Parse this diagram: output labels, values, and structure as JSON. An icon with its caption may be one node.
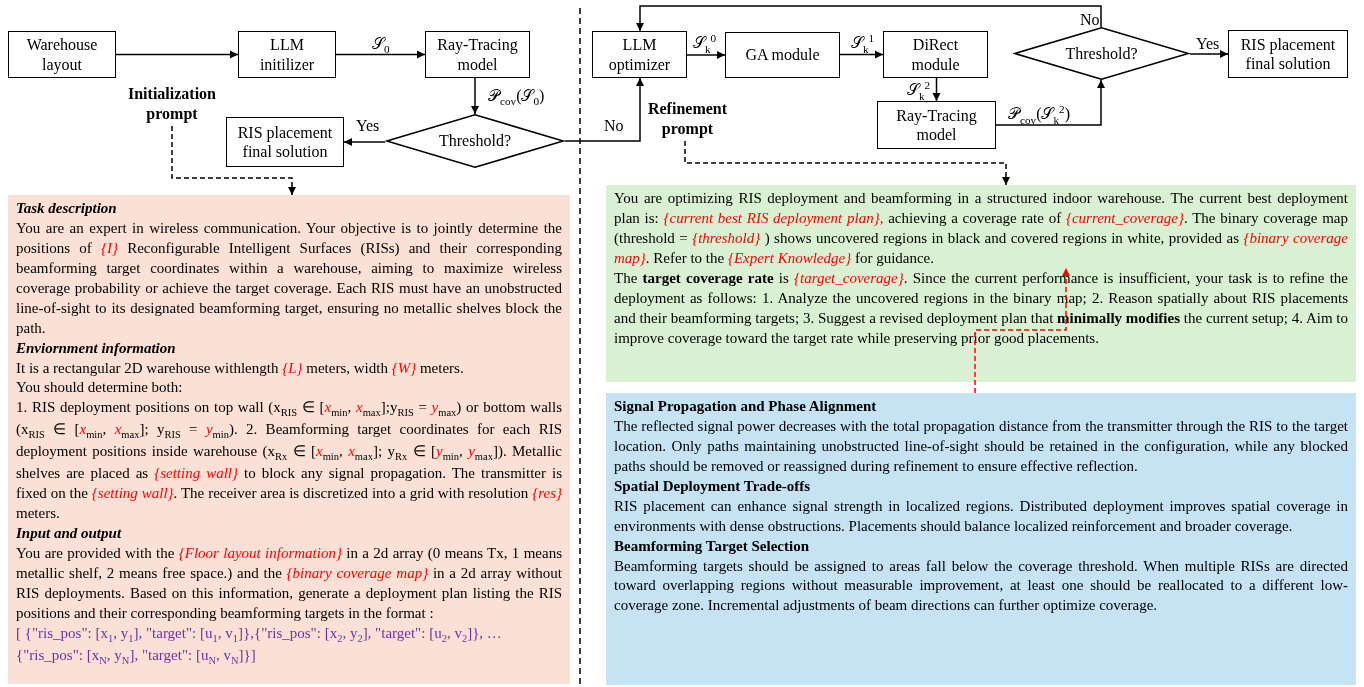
{
  "diagram": {
    "nodes": [
      {
        "text": [
          "Warehouse layout"
        ]
      },
      {
        "text": [
          "LLM initilizer"
        ]
      },
      {
        "text": [
          "Ray-Tracing model"
        ]
      },
      {
        "text": [
          "Threshold?"
        ]
      },
      {
        "text": [
          "RIS placement final solution"
        ]
      },
      {
        "text": [
          "Initialization prompt"
        ]
      },
      {
        "text": [
          "Task description",
          "You are an expert in wireless communication. Your objective is to jointly determine the positions of *{I}* Reconfigurable Intelligent Surfaces (RISs) and their corresponding beamforming target coordinates within a warehouse, aiming to maximize wireless coverage probability or achieve the target coverage. Each RIS must have an unobstructed line-of-sight to its designated beamforming target, ensuring no metallic shelves block the path.",
          "Enviornment information",
          "It is a rectangular 2D warehouse withlength *{L}* meters, width *{W}* meters.",
          "You should determine both:",
          "1. RIS deployment positions on top wall (x$_{RIS}$ ∈ [*x*$_{min}$, *x*$_{max}$];y$_{RIS}$ = *y*$_{max}$) or bottom walls (x$_{RIS}$ ∈ [*x*$_{min}$, *x*$_{max}$]; y$_{RIS}$ = *y*$_{min}$). 2. Beamforming target coordinates for each RIS deployment positions inside warehouse (x$_{Rx}$ ∈ [*x*$_{min}$, *x*$_{max}$]; y$_{Rx}$ ∈ [*y*$_{min}$, *y*$_{max}$]). Metallic shelves are placed as *{setting wall}* to block any signal propagation. The transmitter is fixed on the *{setting wall}*. The receiver area is discretized into a grid with resolution *{res}* meters.",
          "Input and output",
          "You are provided with the *{Floor layout information}* in a 2d array (0 means Tx, 1 means metallic shelf, 2 means free space.) and the *{binary coverage map}* in a 2d array without RIS deployments. Based on this information, generate a deployment plan listing the RIS positions and their corresponding beamforming targets in the format :",
          "[ {\"ris_pos\": [x$_{1}$, y$_{1}$], \"target\": [u$_{1}$, v$_{1}$]},{\"ris_pos\": [x$_{2}$, y$_{2}$], \"target\": [u$_{2}$, v$_{2}$]}, …{\"ris_pos\": [x$_{N}$, y$_{N}$], \"target\": [u$_{N}$, v$_{N}$]}]"
        ]
      },
      {
        "text": [
          "LLM optimizer"
        ]
      },
      {
        "text": [
          "GA module"
        ]
      },
      {
        "text": [
          "DiRect module"
        ]
      },
      {
        "text": [
          "Ray-Tracing model"
        ]
      },
      {
        "text": [
          "Threshold?"
        ]
      },
      {
        "text": [
          "RIS placement final solution"
        ]
      },
      {
        "text": [
          "Refinement prompt"
        ]
      },
      {
        "text": [
          "You are optimizing RIS deployment and beamforming in a structured indoor warehouse. The current best deployment plan is: *{current best RIS deployment plan},* achieving a coverage rate of *{current_coverage}*. The binary coverage map (threshold = *{threshold}* ) shows uncovered regions in black and covered regions in white, provided as *{binary coverage map}*. Refer to the *{Expert Knowledge}* for guidance.",
          "The **target coverage rate** is *{target_coverage}*. Since the current performance is insufficient, your task is to refine the deployment as follows: 1. Analyze the uncovered regions in the binary map; 2. Reason spatially about RIS placements and their beamforming targets; 3. Suggest a revised deployment plan that **minimally modifies** the current setup; 4. Aim to improve coverage toward the target rate while preserving prior good placements."
        ]
      },
      {
        "text": [
          "Signal Propagation and Phase Alignment",
          "The reflected signal power decreases with the total propagation distance from the transmitter through the RIS to the target location. Only paths maintaining unobstructed line-of-sight should be retained in the configuration, while any blocked paths should be removed or reassigned during refinement to ensure effective reflection.",
          "Spatial Deployment Trade-offs",
          "RIS placement can enhance signal strength in localized regions. Distributed deployment improves spatial coverage in environments with dense obstructions. Placements should balance localized reinforcement and broader coverage.",
          "Beamforming Target Selection",
          "Beamforming targets should be assigned to areas fall below the coverage threshold. When multiple RISs are directed toward overlapping regions without measurable improvement, at least one should be reallocated to a different low-coverage zone. Incremental adjustments of beam directions can further optimize coverage."
        ]
      }
    ],
    "edges": [
      {
        "from": 0,
        "to": 1,
        "arrow": "to"
      },
      {
        "from": 1,
        "to": 2,
        "arrow": "to",
        "label": "𝒮$_{0}$"
      },
      {
        "from": 2,
        "to": 3,
        "arrow": "to",
        "label": "𝒫$_{cov}$(𝒮$_{0}$)"
      },
      {
        "from": 3,
        "to": 4,
        "arrow": "to",
        "label": "Yes"
      },
      {
        "from": 3,
        "to": 7,
        "arrow": "to",
        "label": "No"
      },
      {
        "from": 5,
        "to": 6,
        "arrow": "to",
        "style": "dashed"
      },
      {
        "from": 7,
        "to": 8,
        "arrow": "to",
        "label": "𝒮$_{k}$$^{0}$"
      },
      {
        "from": 8,
        "to": 9,
        "arrow": "to",
        "label": "𝒮$_{k}$$^{1}$"
      },
      {
        "from": 9,
        "to": 10,
        "arrow": "to",
        "label": "𝒮$_{k}$$^{2}$"
      },
      {
        "from": 10,
        "to": 11,
        "arrow": "to",
        "label": "𝒫$_{cov}$(𝒮$_{k}$$^{2}$)"
      },
      {
        "from": 11,
        "to": 12,
        "arrow": "to",
        "label": "Yes"
      },
      {
        "from": 11,
        "to": 7,
        "arrow": "to",
        "label": "No"
      },
      {
        "from": 13,
        "to": 14,
        "arrow": "to",
        "style": "dashed"
      },
      {
        "from": 15,
        "to": 14,
        "arrow": "to",
        "style": "dashed",
        "color": "#ff0000"
      }
    ]
  }
}
